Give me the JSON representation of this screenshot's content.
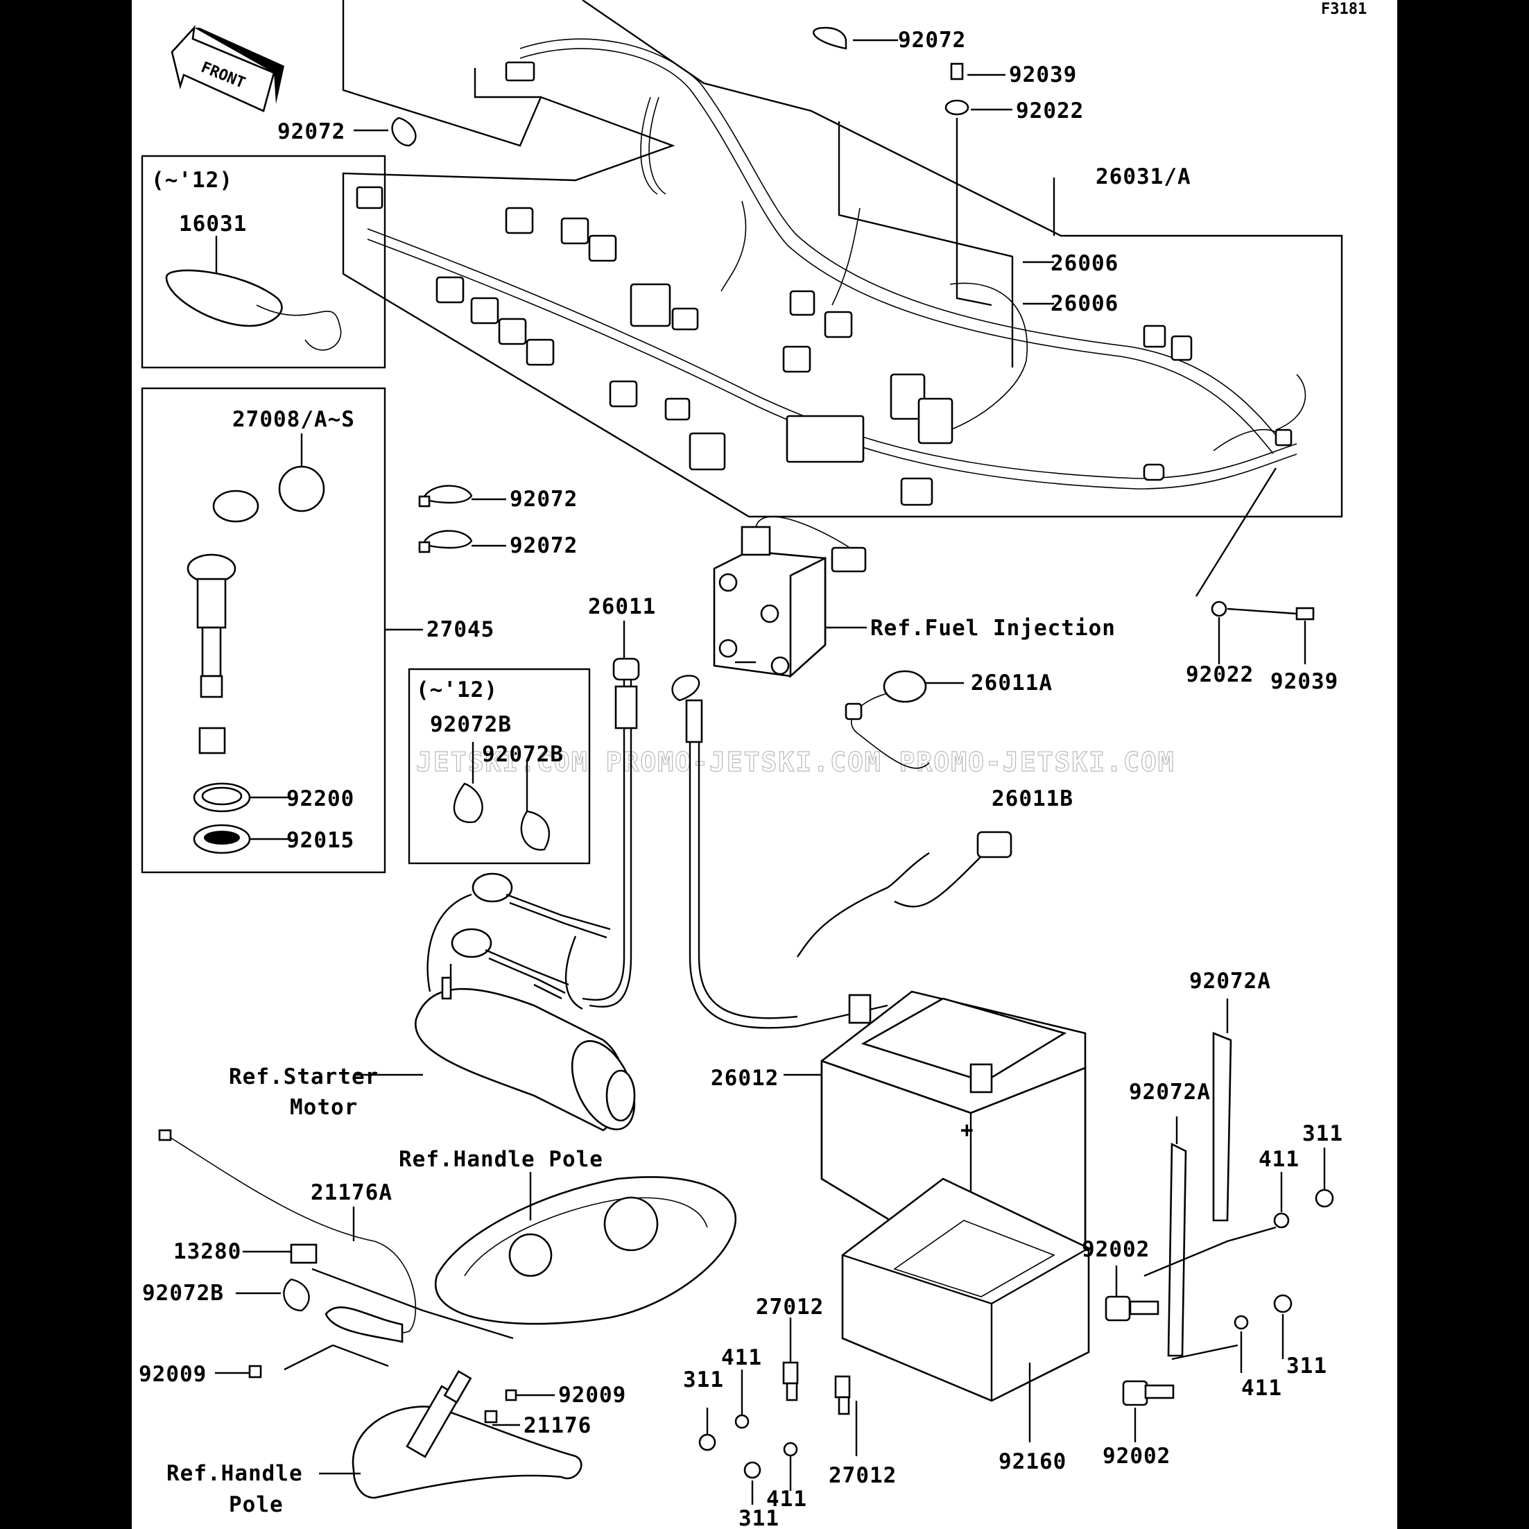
{
  "drawing_code": "F3181",
  "front_arrow": "FRONT",
  "watermark": "JETSKI.COM   PROMO-JETSKI.COM   PROMO-JETSKI.COM",
  "boxes": {
    "key_note": "(~'12)",
    "band_note": "(~'12)"
  },
  "parts": [
    {
      "id": "p92072a",
      "text": "92072"
    },
    {
      "id": "p92072b",
      "text": "92072"
    },
    {
      "id": "p92039a",
      "text": "92039"
    },
    {
      "id": "p92022a",
      "text": "92022"
    },
    {
      "id": "p26031",
      "text": "26031/A"
    },
    {
      "id": "p26006a",
      "text": "26006"
    },
    {
      "id": "p26006b",
      "text": "26006"
    },
    {
      "id": "p16031",
      "text": "16031"
    },
    {
      "id": "p27008",
      "text": "27008/A~S"
    },
    {
      "id": "p92072c",
      "text": "92072"
    },
    {
      "id": "p92072d",
      "text": "92072"
    },
    {
      "id": "p27045",
      "text": "27045"
    },
    {
      "id": "p26011",
      "text": "26011"
    },
    {
      "id": "pfuel",
      "text": "Ref.Fuel Injection"
    },
    {
      "id": "p92022b",
      "text": "92022"
    },
    {
      "id": "p92039b",
      "text": "92039"
    },
    {
      "id": "p26011A",
      "text": "26011A"
    },
    {
      "id": "p92072B1",
      "text": "92072B"
    },
    {
      "id": "p92072B2",
      "text": "92072B"
    },
    {
      "id": "p92200",
      "text": "92200"
    },
    {
      "id": "p92015",
      "text": "92015"
    },
    {
      "id": "p26011B",
      "text": "26011B"
    },
    {
      "id": "p92072A1",
      "text": "92072A"
    },
    {
      "id": "pstarter1",
      "text": "Ref.Starter"
    },
    {
      "id": "pstarter2",
      "text": "Motor"
    },
    {
      "id": "p26012",
      "text": "26012"
    },
    {
      "id": "p92072A2",
      "text": "92072A"
    },
    {
      "id": "phandle1",
      "text": "Ref.Handle Pole"
    },
    {
      "id": "p311a",
      "text": "311"
    },
    {
      "id": "p411a",
      "text": "411"
    },
    {
      "id": "p21176A",
      "text": "21176A"
    },
    {
      "id": "p92002a",
      "text": "92002"
    },
    {
      "id": "p13280",
      "text": "13280"
    },
    {
      "id": "p92072B3",
      "text": "92072B"
    },
    {
      "id": "p27012a",
      "text": "27012"
    },
    {
      "id": "p311b",
      "text": "311"
    },
    {
      "id": "p411b",
      "text": "411"
    },
    {
      "id": "p92009a",
      "text": "92009"
    },
    {
      "id": "p311c",
      "text": "311"
    },
    {
      "id": "p411c",
      "text": "411"
    },
    {
      "id": "p92009b",
      "text": "92009"
    },
    {
      "id": "p21176",
      "text": "21176"
    },
    {
      "id": "p411d",
      "text": "411"
    },
    {
      "id": "p92002b",
      "text": "92002"
    },
    {
      "id": "p92160",
      "text": "92160"
    },
    {
      "id": "phandle2",
      "text": "Ref.Handle"
    },
    {
      "id": "phandle3",
      "text": "Pole"
    },
    {
      "id": "p27012b",
      "text": "27012"
    },
    {
      "id": "p311d",
      "text": "311"
    }
  ]
}
